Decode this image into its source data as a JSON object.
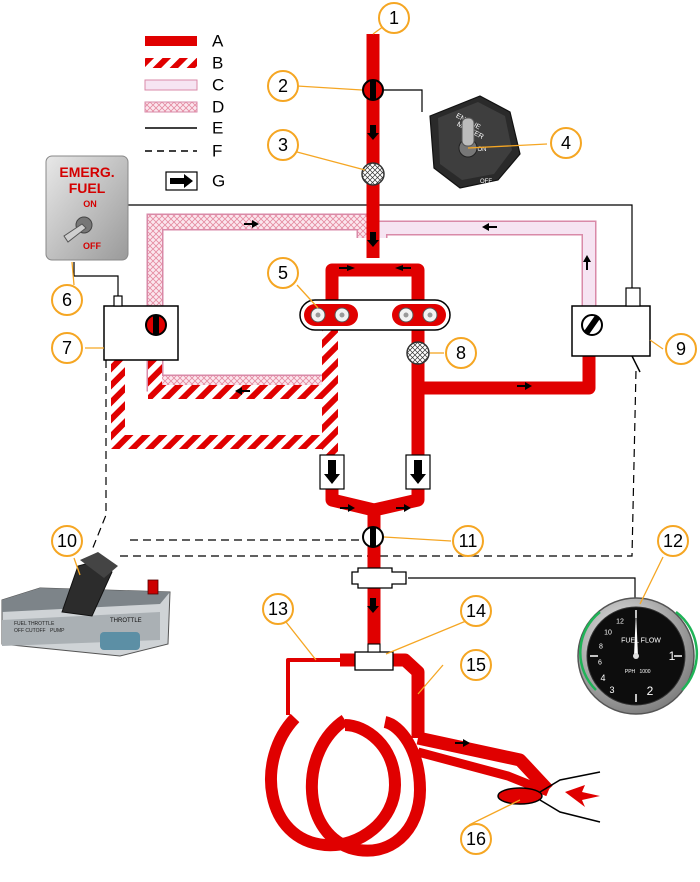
{
  "legend": [
    {
      "key": "A",
      "style": "solid-red"
    },
    {
      "key": "B",
      "style": "red-white-stripe"
    },
    {
      "key": "C",
      "style": "light-pink"
    },
    {
      "key": "D",
      "style": "crosshatch-pink"
    },
    {
      "key": "E",
      "style": "solid-line"
    },
    {
      "key": "F",
      "style": "dashed-line"
    },
    {
      "key": "G",
      "style": "arrow"
    }
  ],
  "callouts": [
    "1",
    "2",
    "3",
    "4",
    "5",
    "6",
    "7",
    "8",
    "9",
    "10",
    "11",
    "12",
    "13",
    "14",
    "15",
    "16"
  ],
  "emergency_switch": {
    "line1": "EMERG.",
    "line2": "FUEL",
    "on": "ON",
    "off": "OFF"
  },
  "engine_master": {
    "line1": "ENGINE",
    "line2": "MASTER",
    "on": "ON",
    "off": "OFF"
  },
  "throttle": {
    "label": "THROTTLE",
    "small1": "FUEL THROTTLE",
    "small2": "OFF CUTOFF",
    "small3": "PUMP"
  },
  "fuel_flow_gauge": {
    "title": "FUEL FLOW",
    "unit": "PPH",
    "multiplier": "1000",
    "ticks": [
      "12",
      "10",
      "8",
      "6",
      "4",
      "3",
      "2",
      "1"
    ]
  },
  "colors": {
    "fuel_red": "#e00000",
    "callout_ring": "#f5a623",
    "pink_fill": "#f4dcec",
    "pink_stroke": "#d98aa8"
  }
}
